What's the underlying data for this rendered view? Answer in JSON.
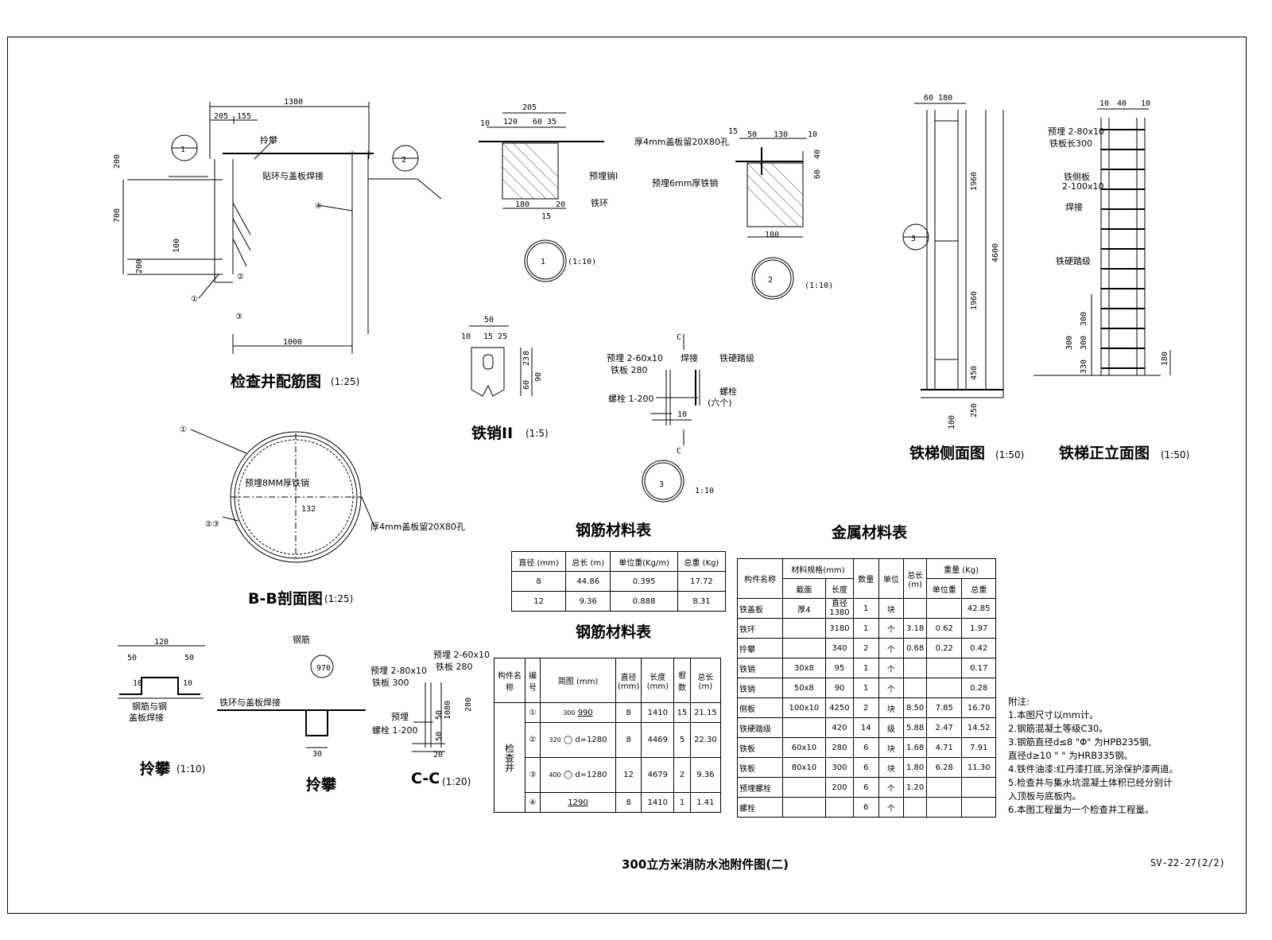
{
  "drawing_title": "300立方米消防水池附件图(二)",
  "drawing_number": "SV-22-27(2/2)",
  "views": {
    "manhole_reinforcement": {
      "title": "检查井配筋图",
      "scale": "(1:25)"
    },
    "section_bb": {
      "title": "B-B剖面图",
      "scale": "(1:25)"
    },
    "detail_1_scale": "(1:10)",
    "detail_2_scale": "(1:10)",
    "detail_3_scale": "1:10",
    "iron_pin_2": {
      "title": "铁销II",
      "scale": "(1:5)"
    },
    "ladder_side": {
      "title": "铁梯侧面图",
      "scale": "(1:50)"
    },
    "ladder_front": {
      "title": "铁梯正立面图",
      "scale": "(1:50)"
    },
    "handle": {
      "title": "拎攀",
      "scale": "(1:10)"
    },
    "handle_2": {
      "title": "拎攀"
    },
    "section_cc": {
      "title": "C-C",
      "scale": "(1:20)"
    }
  },
  "annotations": {
    "handle": "拎攀",
    "ring_weld": "贴环与盖板焊接",
    "cover_hole": "厚4mm盖板留20X80孔",
    "embed_pin": "预埋6mm厚铁销",
    "embed_pin_1": "预埋销I",
    "iron_ring": "铁环",
    "embed_8mm": "预埋8MM厚铁销",
    "cover_hole_b": "厚4mm盖板留20X80孔",
    "bb_embed_2": "预埋 2-60x10",
    "bb_iron_plate": "铁板  280",
    "bb_weld": "焊接",
    "bb_step": "铁硬踏级",
    "bb_bolt": "螺栓 1-200",
    "bb_bolt_2": "螺栓",
    "bb_six": "(六个)",
    "ladder_embed": "预埋 2-80x10",
    "ladder_plate": "铁板长300",
    "ladder_side_plate": "铁侧板",
    "ladder_side_plate_spec": "2-100x10",
    "ladder_weld": "焊接",
    "ladder_step": "铁硬踏级",
    "rebar": "钢筋",
    "rebar_weld": "钢筋与钢",
    "rebar_weld_2": "盖板焊接",
    "ring_cover_weld": "铁环与盖板焊接",
    "cc_embed_1": "预埋 2-80x10",
    "cc_plate_1": "铁板   300",
    "cc_embed_2": "预埋 2-60x10",
    "cc_plate_2": "铁板   280",
    "cc_embed": "预埋",
    "cc_bolt": "螺栓 1-200"
  },
  "dims": {
    "d1380": "1380",
    "d205": "205",
    "d155": "155",
    "d200a": "200",
    "d700": "700",
    "d200b": "200",
    "d100": "100",
    "d1000": "1000",
    "d132": "132",
    "d205b": "205",
    "d120": "120",
    "d60": "60",
    "d35": "35",
    "d10": "10",
    "d180": "180",
    "d20": "20",
    "d15": "15",
    "d15b": "15",
    "d50": "50",
    "d130": "130",
    "d10b": "10",
    "d40": "40",
    "d60b": "60",
    "d180b": "180",
    "d50c": "50",
    "d1525": "15 25",
    "d10c": "10",
    "d23": "23",
    "d8": "8",
    "d60c": "60",
    "d90": "90",
    "d10d": "10",
    "d60180": "60 180",
    "d1960a": "1960",
    "d4600": "4600",
    "d1960b": "1960",
    "d450": "450",
    "d250": "250",
    "d100b": "100",
    "d10e": "10",
    "d40b": "40",
    "d10f": "10",
    "d300a": "300",
    "d300b": "300",
    "d300c": "300",
    "d330": "330",
    "d180c": "180",
    "d120b": "120",
    "d50d": "50",
    "d50e": "50",
    "d10g": "10",
    "d10h": "10",
    "d30": "30",
    "d970": "970",
    "d1080": "1080",
    "d280": "280",
    "d50f": "50",
    "d50g": "50",
    "d20b": "20"
  },
  "callouts": {
    "c1": "1",
    "c2": "2",
    "c3": "3",
    "sec1": "1",
    "sec2": "2",
    "sec3": "3",
    "n1": "①",
    "n2": "②",
    "n3": "③",
    "n4": "④",
    "n23": "②③",
    "C": "C"
  },
  "rebar_summary_table": {
    "title": "钢筋材料表",
    "headers": [
      "直径 (mm)",
      "总长 (m)",
      "单位重(Kg/m)",
      "总重 (Kg)"
    ],
    "rows": [
      [
        "8",
        "44.86",
        "0.395",
        "17.72"
      ],
      [
        "12",
        "9.36",
        "0.888",
        "8.31"
      ]
    ]
  },
  "rebar_detail_table": {
    "title": "钢筋材料表",
    "headers": [
      "构件名称",
      "编号",
      "简图 (mm)",
      "直径 (mm)",
      "长度 (mm)",
      "根数",
      "总长 (m)"
    ],
    "member": "检查井",
    "rows": [
      {
        "no": "①",
        "sketch": "990",
        "sketch2": "300",
        "dia": "8",
        "len": "1410",
        "count": "15",
        "total": "21.15"
      },
      {
        "no": "②",
        "sketch": "d=1280",
        "sketch2": "320",
        "dia": "8",
        "len": "4469",
        "count": "5",
        "total": "22.30"
      },
      {
        "no": "③",
        "sketch": "d=1280",
        "sketch2": "400",
        "dia": "12",
        "len": "4679",
        "count": "2",
        "total": "9.36"
      },
      {
        "no": "④",
        "sketch": "1290",
        "sketch2": "",
        "dia": "8",
        "len": "1410",
        "count": "1",
        "total": "1.41"
      }
    ]
  },
  "metal_table": {
    "title": "金属材料表",
    "headers": {
      "name": "构件名称",
      "spec": "材料规格(mm)",
      "section": "截面",
      "length": "长度",
      "qty": "数量",
      "unit": "单位",
      "total_len": "总长 (m)",
      "weight": "重量 (Kg)",
      "unit_weight": "单位重",
      "total_weight": "总重"
    },
    "rows": [
      [
        "铁盖板",
        "厚4",
        "直径 1380",
        "1",
        "块",
        "",
        "",
        "42.85"
      ],
      [
        "铁环",
        "",
        "3180",
        "1",
        "个",
        "3.18",
        "0.62",
        "1.97"
      ],
      [
        "拎攀",
        "",
        "340",
        "2",
        "个",
        "0.68",
        "0.22",
        "0.42"
      ],
      [
        "铁销",
        "30x8",
        "95",
        "1",
        "个",
        "",
        "",
        "0.17"
      ],
      [
        "铁销",
        "50x8",
        "90",
        "1",
        "个",
        "",
        "",
        "0.28"
      ],
      [
        "侧板",
        "100x10",
        "4250",
        "2",
        "块",
        "8.50",
        "7.85",
        "16.70"
      ],
      [
        "铁硬踏级",
        "",
        "420",
        "14",
        "级",
        "5.88",
        "2.47",
        "14.52"
      ],
      [
        "铁板",
        "60x10",
        "280",
        "6",
        "块",
        "1.68",
        "4.71",
        "7.91"
      ],
      [
        "铁板",
        "80x10",
        "300",
        "6",
        "块",
        "1.80",
        "6.28",
        "11.30"
      ],
      [
        "预埋螺栓",
        "",
        "200",
        "6",
        "个",
        "1.20",
        "",
        ""
      ],
      [
        "螺栓",
        "",
        "",
        "6",
        "个",
        "",
        "",
        ""
      ]
    ]
  },
  "notes": {
    "title": "附注:",
    "items": [
      "1.本图尺寸以mm计。",
      "2.钢筋混凝土等级C30。",
      "3.钢筋直径d≤8  \"Φ\" 为HPB235钢,",
      "   直径d≥10  \"  \"  为HRB335钢。",
      "4.铁件油漆:红丹漆打底,另涂保护漆两道。",
      "5.检查井与集水坑混凝土体积已经分别计",
      "   入顶板与底板内。",
      "6.本图工程量为一个检查井工程量。"
    ]
  }
}
